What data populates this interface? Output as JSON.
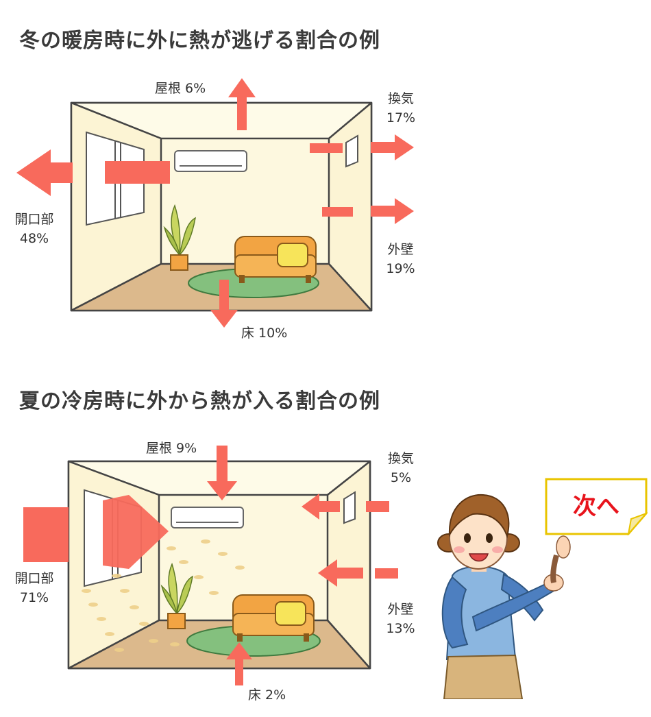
{
  "diagrams": [
    {
      "title": "冬の暖房時に外に熱が逃げる割合の例",
      "labels": {
        "roof": "屋根 6%",
        "vent_name": "換気",
        "vent_pct": "17%",
        "opening_name": "開口部",
        "opening_pct": "48%",
        "wall_name": "外壁",
        "wall_pct": "19%",
        "floor": "床 10%"
      }
    },
    {
      "title": "夏の冷房時に外から熱が入る割合の例",
      "labels": {
        "roof": "屋根 9%",
        "vent_name": "換気",
        "vent_pct": "5%",
        "opening_name": "開口部",
        "opening_pct": "71%",
        "wall_name": "外壁",
        "wall_pct": "13%",
        "floor": "床 2%"
      }
    }
  ],
  "next_button": {
    "label": "次へ"
  },
  "colors": {
    "arrow": "#f86a5c",
    "room_wall": "#fdf8df",
    "room_floor": "#dcb98c",
    "rug": "#84c07e",
    "sofa": "#f2a443",
    "button_border": "#e9c400",
    "button_text": "#e8141c"
  }
}
